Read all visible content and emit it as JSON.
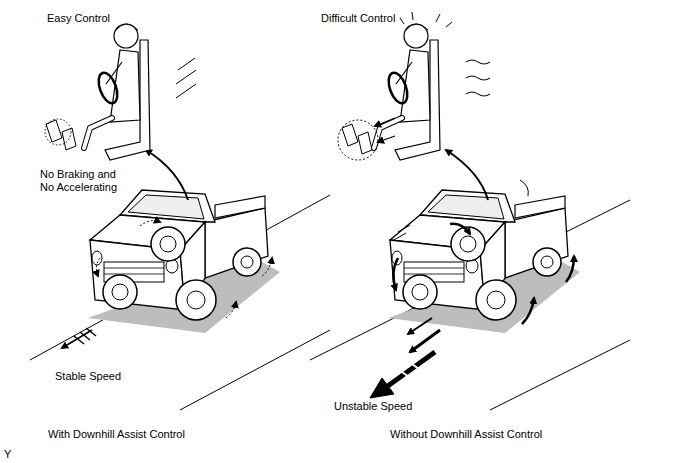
{
  "diagram": {
    "labels": [
      "Easy Control",
      "Difficult Control",
      "No Braking and No Accelerating",
      "Stable Speed",
      "Unstable Speed",
      "With Downhill Assist Control",
      "Without Downhill Assist Control",
      "Y"
    ]
  }
}
